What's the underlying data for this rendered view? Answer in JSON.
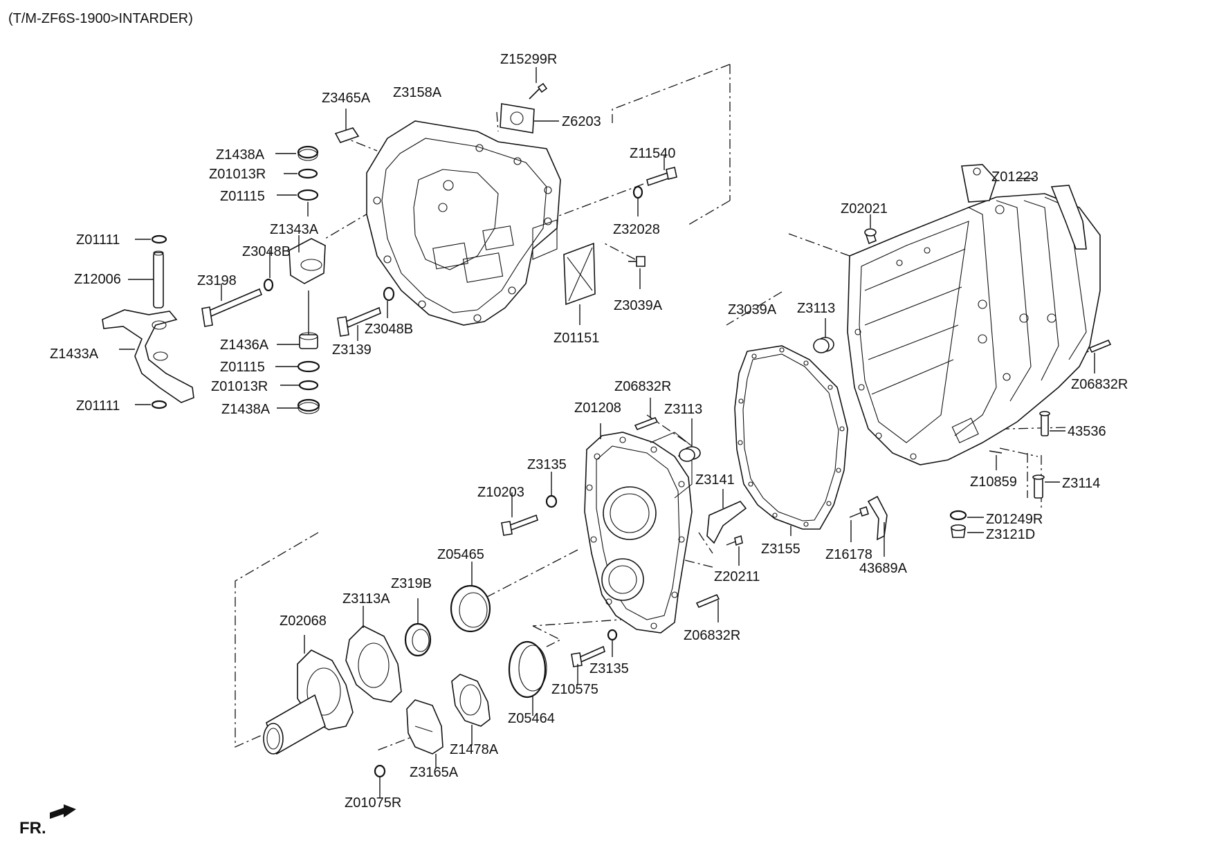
{
  "title": "(T/M-ZF6S-1900>INTARDER)",
  "direction": {
    "label": "FR."
  },
  "labels": {
    "Z15299R": "Z15299R",
    "Z3465A": "Z3465A",
    "Z3158A": "Z3158A",
    "Z6203": "Z6203",
    "Z1438A_top": "Z1438A",
    "Z01013R_top": "Z01013R",
    "Z01115_top": "Z01115",
    "Z11540": "Z11540",
    "Z32028": "Z32028",
    "Z1343A": "Z1343A",
    "Z01111_top": "Z01111",
    "Z3048B_a": "Z3048B",
    "Z12006": "Z12006",
    "Z3198": "Z3198",
    "Z3039A_a": "Z3039A",
    "Z01223": "Z01223",
    "Z02021": "Z02021",
    "Z3039A_b": "Z3039A",
    "Z3113_a": "Z3113",
    "Z1433A": "Z1433A",
    "Z1436A": "Z1436A",
    "Z3139": "Z3139",
    "Z3048B_b": "Z3048B",
    "Z01151": "Z01151",
    "Z01115_bot": "Z01115",
    "Z01013R_bot": "Z01013R",
    "Z01111_bot": "Z01111",
    "Z1438A_bot": "Z1438A",
    "Z06832R_a": "Z06832R",
    "Z06832R_b": "Z06832R",
    "Z01208": "Z01208",
    "Z3113_b": "Z3113",
    "43536": "43536",
    "Z3135_a": "Z3135",
    "Z10203": "Z10203",
    "Z3141": "Z3141",
    "Z10859": "Z10859",
    "Z3114": "Z3114",
    "Z01249R": "Z01249R",
    "Z3121D": "Z3121D",
    "Z05465": "Z05465",
    "Z3155": "Z3155",
    "Z16178": "Z16178",
    "Z20211": "Z20211",
    "43689A": "43689A",
    "Z3113A": "Z3113A",
    "Z319B": "Z319B",
    "Z06832R_c": "Z06832R",
    "Z02068": "Z02068",
    "Z3135_b": "Z3135",
    "Z10575": "Z10575",
    "Z05464": "Z05464",
    "Z1478A": "Z1478A",
    "Z3165A": "Z3165A",
    "Z01075R": "Z01075R"
  }
}
